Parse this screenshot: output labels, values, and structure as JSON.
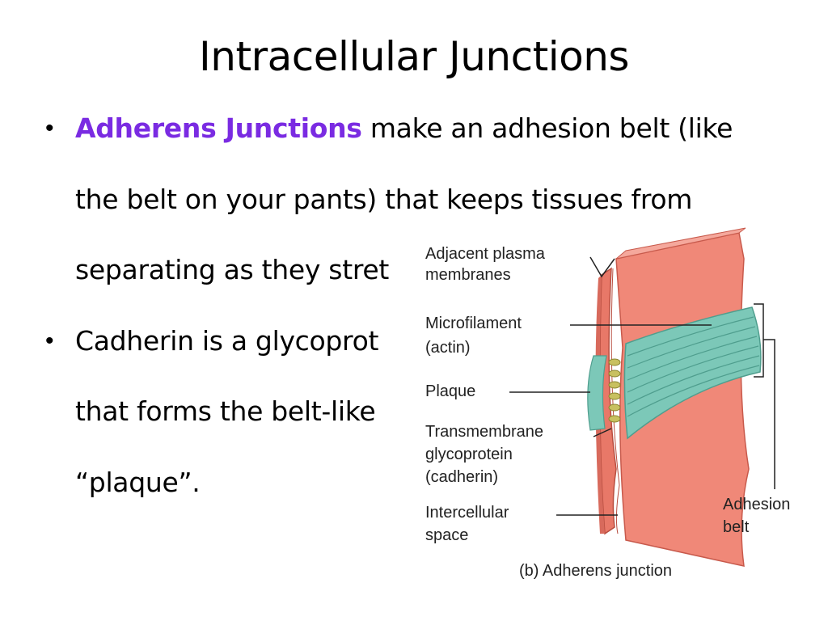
{
  "slide": {
    "title": "Intracellular Junctions",
    "bullets": [
      {
        "highlight": "Adherens Junctions",
        "lines": [
          " make an adhesion belt (like",
          "the belt on your pants) that keeps tissues from",
          "separating as they stret"
        ]
      },
      {
        "lines": [
          "Cadherin is a glycoprot",
          "that forms the belt-like",
          "“plaque”."
        ]
      }
    ]
  },
  "figure": {
    "labels": {
      "membranes_1": "Adjacent plasma",
      "membranes_2": "membranes",
      "microfilament_1": "Microfilament",
      "microfilament_2": "(actin)",
      "plaque": "Plaque",
      "transmembrane_1": "Transmembrane",
      "transmembrane_2": "glycoprotein",
      "transmembrane_3": "(cadherin)",
      "intercellular_1": "Intercellular",
      "intercellular_2": "space",
      "adhesion_1": "Adhesion",
      "adhesion_2": "belt"
    },
    "caption": "(b) Adherens junction",
    "colors": {
      "membrane": "#f08878",
      "membrane_dark": "#d86a5c",
      "actin": "#7cc8b8",
      "actin_dark": "#4f9e8e",
      "cadherin": "#c8c060"
    }
  }
}
